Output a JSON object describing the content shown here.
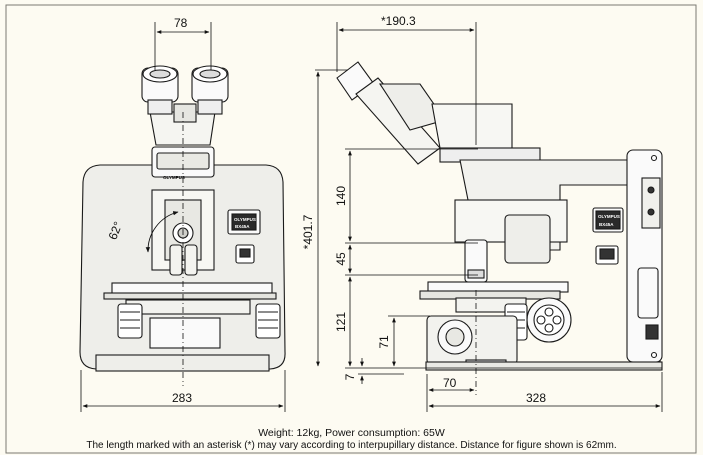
{
  "dimensions": {
    "front_eyepiece_width": "78",
    "side_eyepiece_offset": "*190.3",
    "section_upper": "140",
    "section_middle": "45",
    "section_lower": "121",
    "total_height": "*401.7",
    "stage_height": "71",
    "base_height": "7",
    "base_offset": "70",
    "front_width": "283",
    "side_depth": "328",
    "tilt_angle": "62°"
  },
  "labels": {
    "brand_front": "OLYMPUS",
    "brand_side": "OLYMPUS",
    "model_front": "BX45A",
    "model_side": "BX45A"
  },
  "captions": {
    "specs": "Weight: 12kg, Power consumption: 65W",
    "note": "The length marked with an asterisk (*) may vary according to interpupillary distance.  Distance for figure shown is 62mm."
  }
}
